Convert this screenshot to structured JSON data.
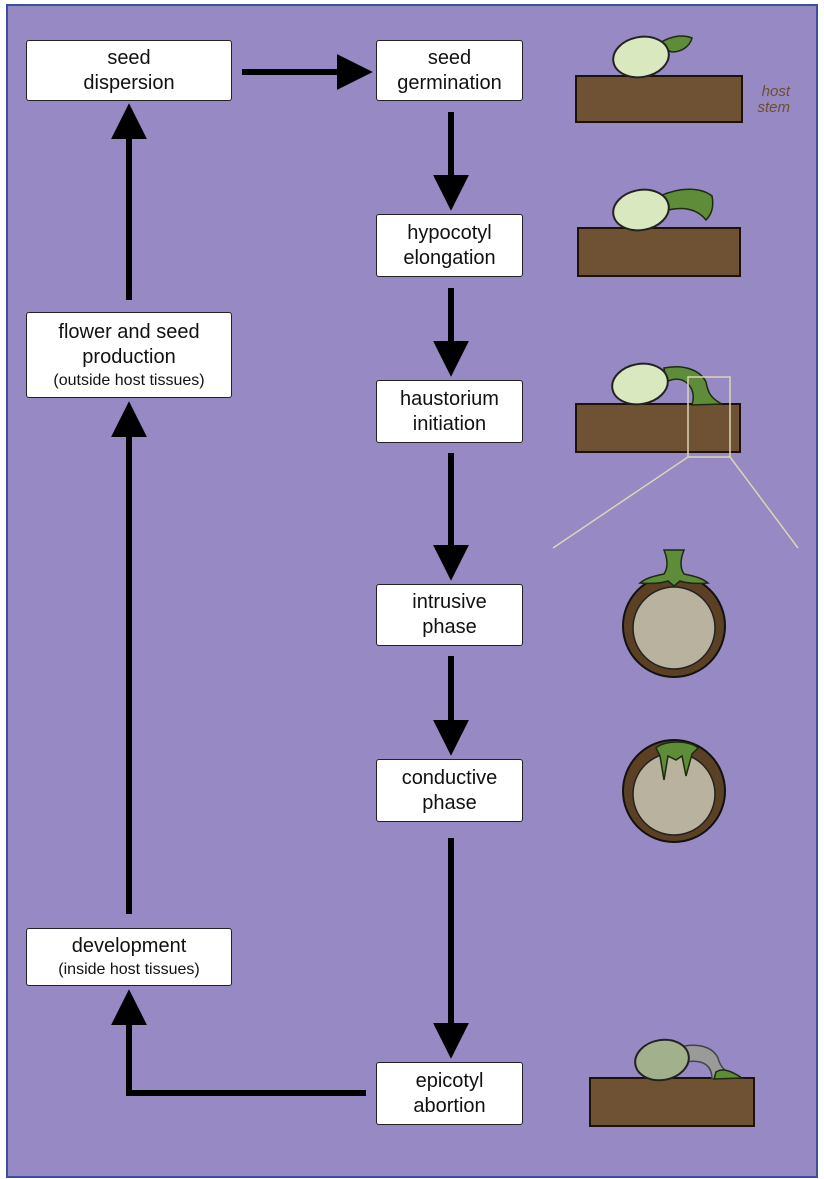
{
  "diagram": {
    "nodes": {
      "seed_dispersion": {
        "line1": "seed",
        "line2": "dispersion"
      },
      "seed_germination": {
        "line1": "seed",
        "line2": "germination"
      },
      "hypocotyl_elongation": {
        "line1": "hypocotyl",
        "line2": "elongation"
      },
      "haustorium_initiation": {
        "line1": "haustorium",
        "line2": "initiation"
      },
      "intrusive_phase": {
        "line1": "intrusive",
        "line2": "phase"
      },
      "conductive_phase": {
        "line1": "conductive",
        "line2": "phase"
      },
      "epicotyl_abortion": {
        "line1": "epicotyl",
        "line2": "abortion"
      },
      "flower_seed_production": {
        "line1": "flower and seed",
        "line2": "production",
        "sub": "(outside host tissues)"
      },
      "development": {
        "line1": "development",
        "sub": "(inside host tissues)"
      }
    },
    "annotation": {
      "host_line1": "host",
      "host_line2": "stem"
    },
    "colors": {
      "background": "#9789c3",
      "frame": "#3f4fa0",
      "arrow": "#000000",
      "stem_brown": "#6e5233",
      "seed_green_pale": "#d9e8bf",
      "seedling_green": "#5e8c39",
      "cross_section_inner": "#b9b29e",
      "cross_section_ring": "#5c4024",
      "aborted_seed": "#a3b08c",
      "aborted_stalk": "#9a9a98"
    }
  }
}
